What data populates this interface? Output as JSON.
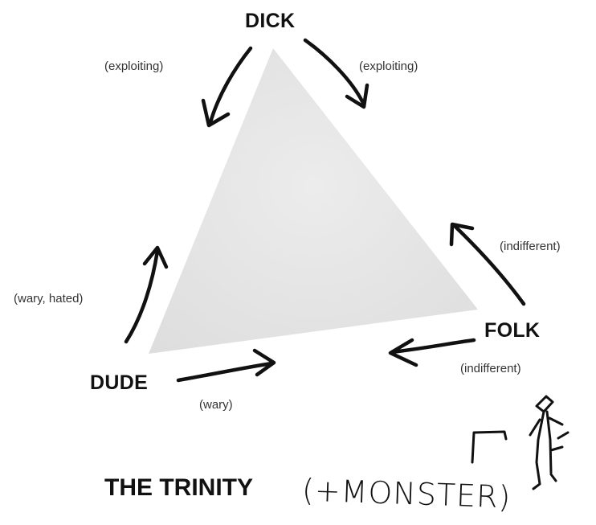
{
  "nodes": {
    "top": "DICK",
    "bottom_left": "DUDE",
    "right": "FOLK"
  },
  "edges": {
    "top_to_left": "(exploiting)",
    "top_to_right": "(exploiting)",
    "left_up": "(wary, hated)",
    "left_to_right": "(wary)",
    "right_up": "(indifferent)",
    "right_to_left": "(indifferent)"
  },
  "title": "THE TRINITY",
  "handwritten_note": "(+MONSTER)",
  "colors": {
    "ink": "#111111",
    "triangle_fill": "#e3e3e3",
    "label_text": "#333333"
  }
}
